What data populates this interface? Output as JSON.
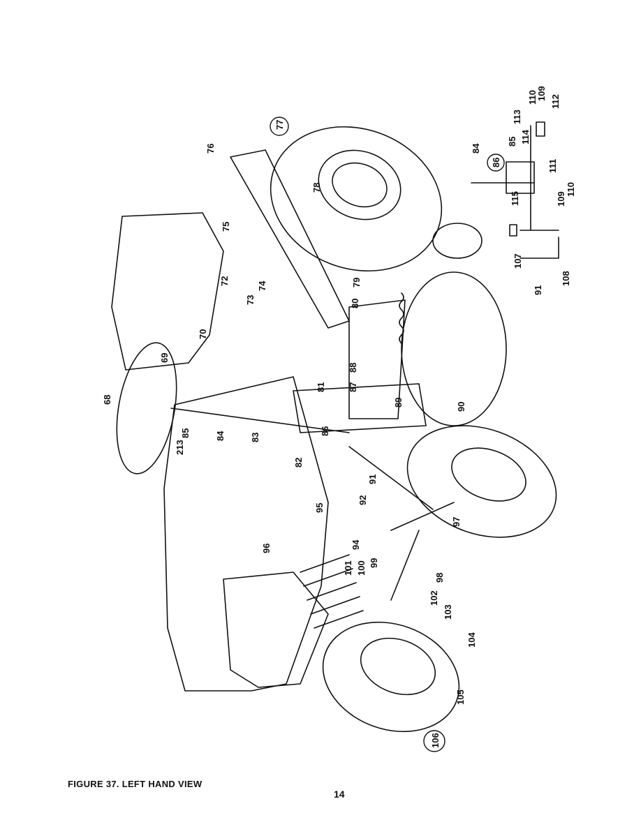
{
  "figure": {
    "caption": "FIGURE 37. LEFT HAND VIEW",
    "page_number": "14"
  },
  "callouts": [
    "68",
    "69",
    "70",
    "72",
    "73",
    "74",
    "75",
    "76",
    "77",
    "78",
    "79",
    "80",
    "81",
    "82",
    "83",
    "84",
    "85",
    "86",
    "87",
    "88",
    "89",
    "90",
    "91",
    "92",
    "94",
    "95",
    "96",
    "97",
    "98",
    "99",
    "100",
    "101",
    "102",
    "103",
    "104",
    "105",
    "106",
    "107",
    "108",
    "109",
    "110",
    "111",
    "112",
    "113",
    "114",
    "115",
    "213"
  ],
  "inset_callouts": [
    "84",
    "85",
    "86",
    "91",
    "107",
    "108",
    "109",
    "110",
    "111",
    "112",
    "113",
    "114",
    "115"
  ],
  "circled_callouts": [
    "77",
    "86",
    "106"
  ]
}
